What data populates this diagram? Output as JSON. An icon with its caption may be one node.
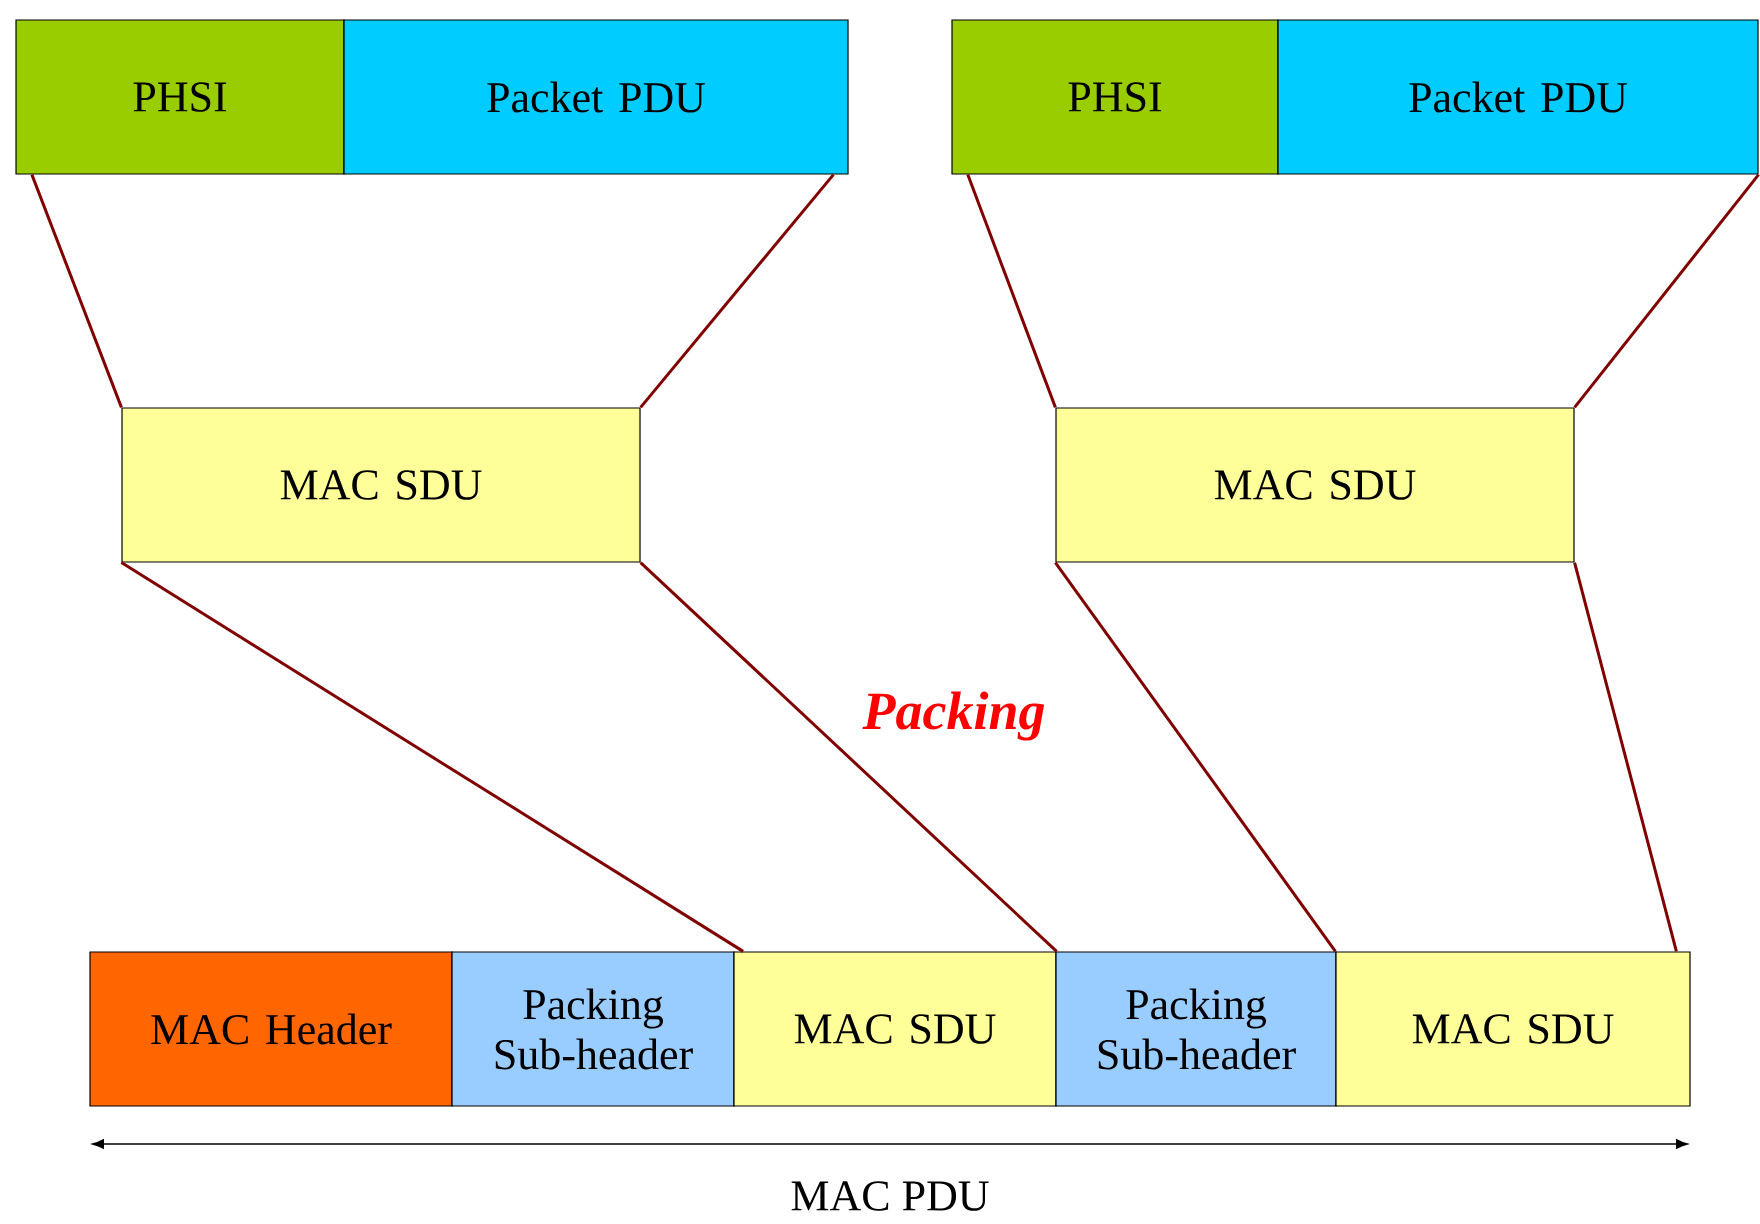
{
  "diagram": {
    "nodes": [
      {
        "text": [
          "PHSI"
        ]
      },
      {
        "text": [
          "Packet PDU"
        ]
      },
      {
        "text": [
          "PHSI"
        ]
      },
      {
        "text": [
          "Packet PDU"
        ]
      },
      {
        "text": [
          "MAC SDU"
        ]
      },
      {
        "text": [
          "MAC SDU"
        ]
      },
      {
        "text": [
          "MAC Header"
        ]
      },
      {
        "text": [
          "Packing Sub-header"
        ]
      },
      {
        "text": [
          "MAC SDU"
        ]
      },
      {
        "text": [
          "Packing Sub-header"
        ]
      },
      {
        "text": [
          "MAC SDU"
        ]
      }
    ],
    "edges": [
      {
        "from": 0,
        "to": 4,
        "arrow": "none"
      },
      {
        "from": 1,
        "to": 4,
        "arrow": "none"
      },
      {
        "from": 2,
        "to": 5,
        "arrow": "none"
      },
      {
        "from": 3,
        "to": 5,
        "arrow": "none"
      },
      {
        "from": 4,
        "to": 8,
        "arrow": "none"
      },
      {
        "from": 4,
        "to": 8,
        "arrow": "none"
      },
      {
        "from": 5,
        "to": 10,
        "arrow": "none"
      },
      {
        "from": 5,
        "to": 10,
        "arrow": "none"
      }
    ],
    "labels": [
      "Packing",
      "MAC PDU"
    ]
  }
}
